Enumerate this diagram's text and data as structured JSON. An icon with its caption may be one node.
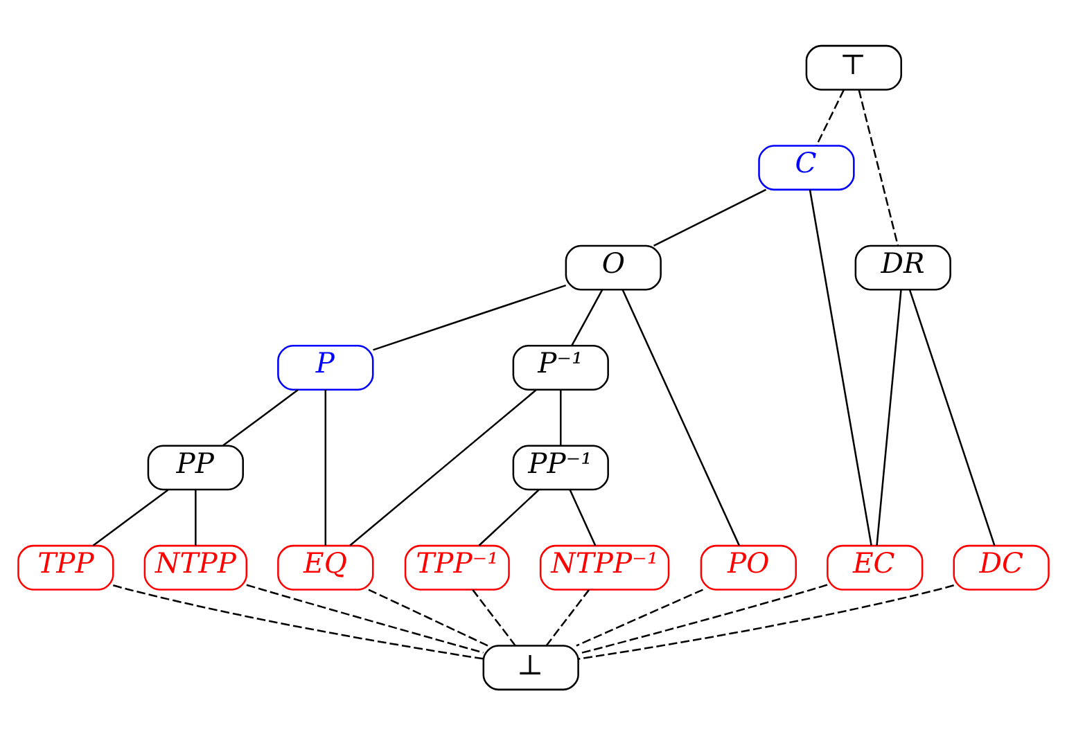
{
  "diagram": {
    "nodes": [
      {
        "text": [
          "⊤"
        ]
      },
      {
        "text": [
          "C"
        ]
      },
      {
        "text": [
          "O"
        ]
      },
      {
        "text": [
          "DR"
        ]
      },
      {
        "text": [
          "P"
        ]
      },
      {
        "text": [
          "P⁻¹"
        ]
      },
      {
        "text": [
          "PP"
        ]
      },
      {
        "text": [
          "PP⁻¹"
        ]
      },
      {
        "text": [
          "PO"
        ]
      },
      {
        "text": [
          "TPP"
        ]
      },
      {
        "text": [
          "NTPP"
        ]
      },
      {
        "text": [
          "EQ"
        ]
      },
      {
        "text": [
          "TPP⁻¹"
        ]
      },
      {
        "text": [
          "NTPP⁻¹"
        ]
      },
      {
        "text": [
          "EC"
        ]
      },
      {
        "text": [
          "DC"
        ]
      },
      {
        "text": [
          "⊥"
        ]
      }
    ],
    "edges": [
      {
        "from": 0,
        "to": 1,
        "arrow": "none",
        "style": "dashed"
      },
      {
        "from": 0,
        "to": 3,
        "arrow": "none",
        "style": "dashed"
      },
      {
        "from": 1,
        "to": 2,
        "arrow": "none"
      },
      {
        "from": 1,
        "to": 14,
        "arrow": "none"
      },
      {
        "from": 2,
        "to": 4,
        "arrow": "none"
      },
      {
        "from": 2,
        "to": 5,
        "arrow": "none"
      },
      {
        "from": 2,
        "to": 8,
        "arrow": "none"
      },
      {
        "from": 3,
        "to": 14,
        "arrow": "none"
      },
      {
        "from": 3,
        "to": 15,
        "arrow": "none"
      },
      {
        "from": 4,
        "to": 6,
        "arrow": "none"
      },
      {
        "from": 4,
        "to": 11,
        "arrow": "none"
      },
      {
        "from": 5,
        "to": 11,
        "arrow": "none"
      },
      {
        "from": 5,
        "to": 7,
        "arrow": "none"
      },
      {
        "from": 6,
        "to": 9,
        "arrow": "none"
      },
      {
        "from": 6,
        "to": 10,
        "arrow": "none"
      },
      {
        "from": 7,
        "to": 12,
        "arrow": "none"
      },
      {
        "from": 7,
        "to": 13,
        "arrow": "none"
      },
      {
        "from": 8,
        "to": 16,
        "arrow": "none",
        "style": "dashed"
      },
      {
        "from": 9,
        "to": 16,
        "arrow": "none",
        "style": "dashed"
      },
      {
        "from": 10,
        "to": 16,
        "arrow": "none",
        "style": "dashed"
      },
      {
        "from": 11,
        "to": 16,
        "arrow": "none",
        "style": "dashed"
      },
      {
        "from": 12,
        "to": 16,
        "arrow": "none",
        "style": "dashed"
      },
      {
        "from": 13,
        "to": 16,
        "arrow": "none",
        "style": "dashed"
      },
      {
        "from": 14,
        "to": 16,
        "arrow": "none",
        "style": "dashed"
      },
      {
        "from": 15,
        "to": 16,
        "arrow": "none",
        "style": "dashed"
      }
    ]
  }
}
